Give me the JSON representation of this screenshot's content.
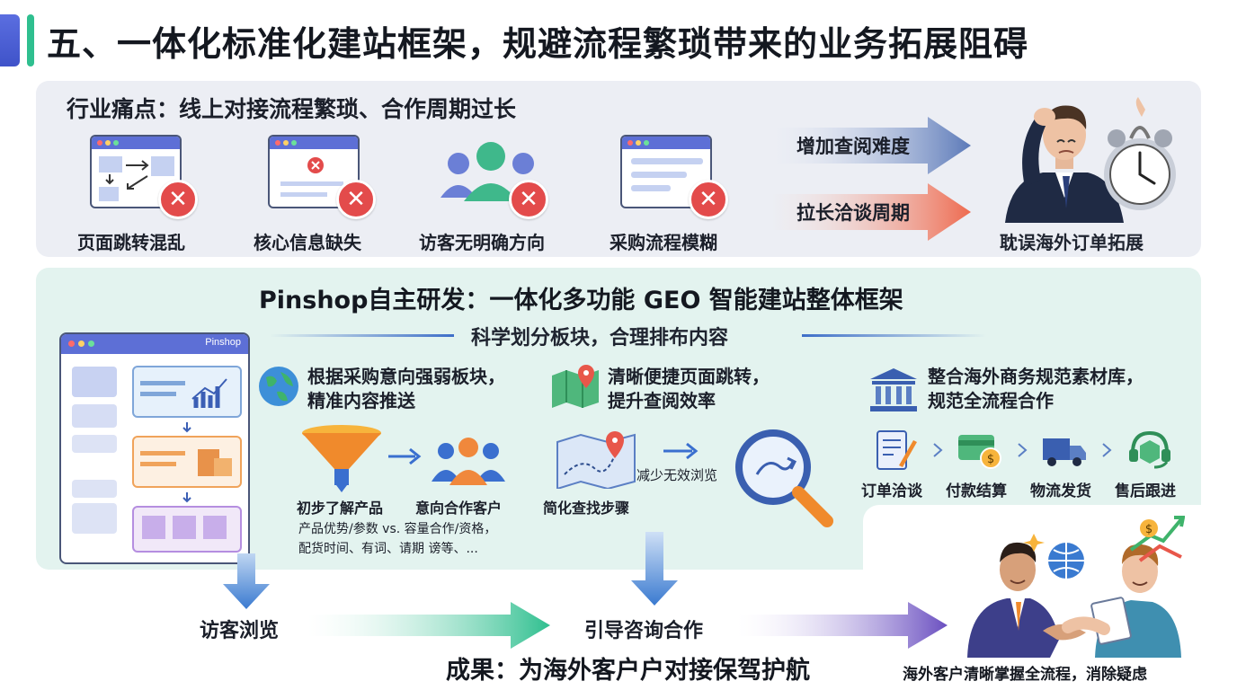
{
  "page_title": "五、一体化标准化建站框架，规避流程繁琐带来的业务拓展阻碍",
  "pain": {
    "heading": "行业痛点：线上对接流程繁琐、合作周期过长",
    "items": [
      {
        "label": "页面跳转混乱",
        "icon": "tangled-page-icon"
      },
      {
        "label": "核心信息缺失",
        "icon": "error-window-icon"
      },
      {
        "label": "访客无明确方向",
        "icon": "visitors-icon"
      },
      {
        "label": "采购流程模糊",
        "icon": "blurry-form-icon"
      }
    ],
    "arrows": [
      "增加查阅难度",
      "拉长洽谈周期"
    ],
    "consequence": "耽误海外订单拓展"
  },
  "framework": {
    "heading": "Pinshop自主研发：一体化多功能 GEO 智能建站整体框架",
    "subheading": "科学划分板块，合理排布内容",
    "site_brand": "Pinshop",
    "feature1": {
      "title_line1": "根据采购意向强弱板块，",
      "title_line2": "精准内容推送",
      "stage1": "初步了解产品",
      "stage2": "意向合作客户",
      "note_line1": "产品优势/参数 vs. 容量合作/资格，",
      "note_line2": "配货时间、有词、请期 谤等、..."
    },
    "feature2": {
      "title_line1": "清晰便捷页面跳转，",
      "title_line2": "提升查阅效率",
      "step": "简化查找步骤",
      "reduce": "减少无效浏览"
    },
    "feature3": {
      "title_line1": "整合海外商务规范素材库，",
      "title_line2": "规范全流程合作",
      "steps": [
        "订单洽谈",
        "付款结算",
        "物流发货",
        "售后跟进"
      ]
    }
  },
  "flow": {
    "start": "访客浏览",
    "middle": "引导咨询合作",
    "result": "成果：为海外客户户对接保驾护航",
    "outcome": "海外客户清晰掌握全流程，消除疑虑"
  },
  "colors": {
    "accent_blue": "#5d6fd6",
    "accent_green": "#2fbf8f",
    "error_red": "#e34b4b",
    "panel_gray": "#eceef4",
    "panel_mint": "#e3f3ef"
  }
}
